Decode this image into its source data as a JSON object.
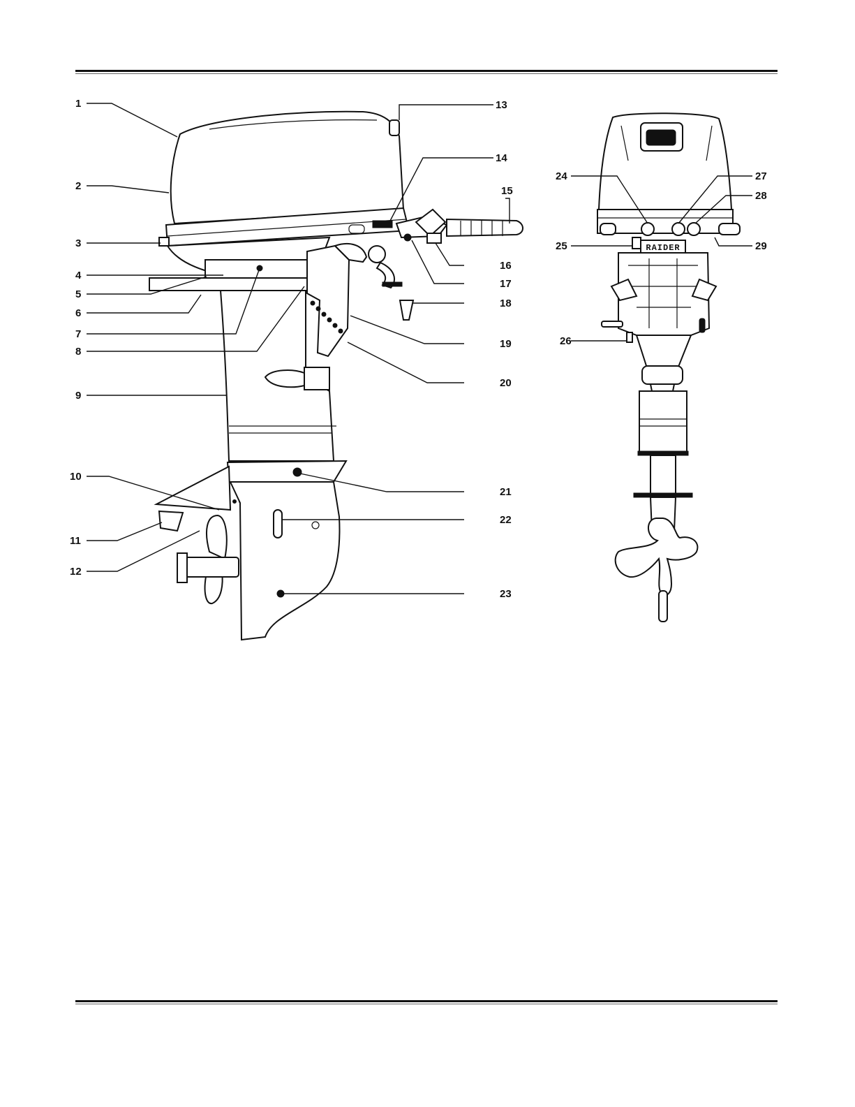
{
  "callouts": {
    "c1": "1",
    "c2": "2",
    "c3": "3",
    "c4": "4",
    "c5": "5",
    "c6": "6",
    "c7": "7",
    "c8": "8",
    "c9": "9",
    "c10": "10",
    "c11": "11",
    "c12": "12",
    "c13": "13",
    "c14": "14",
    "c15": "15",
    "c16": "16",
    "c17": "17",
    "c18": "18",
    "c19": "19",
    "c20": "20",
    "c21": "21",
    "c22": "22",
    "c23": "23",
    "c24": "24",
    "c25": "25",
    "c26": "26",
    "c27": "27",
    "c28": "28",
    "c29": "29"
  },
  "rear_view": {
    "brand_text": "RAIDER"
  }
}
